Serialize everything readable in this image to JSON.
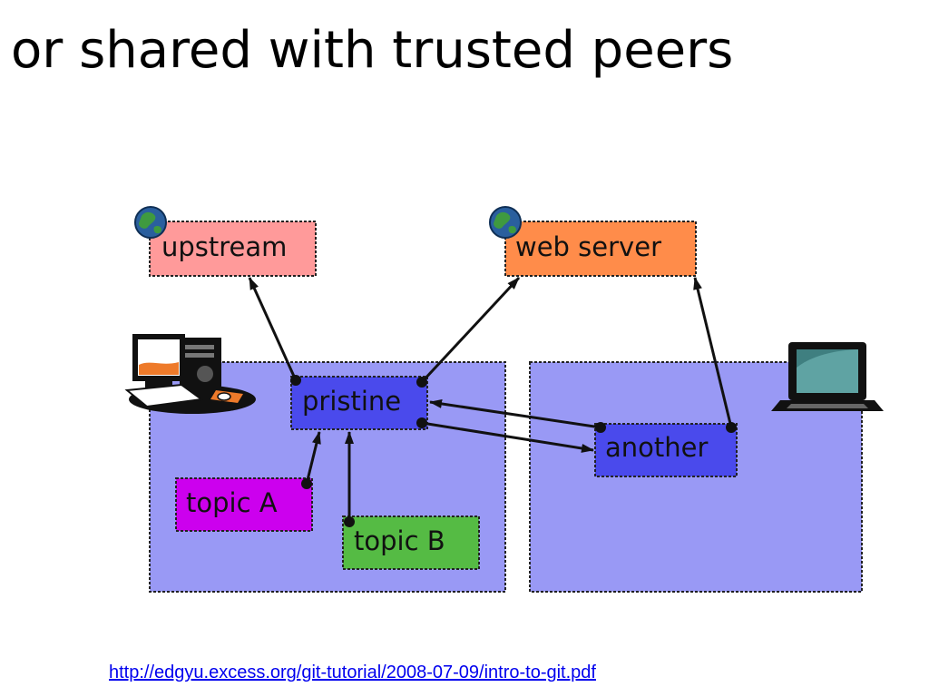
{
  "slide": {
    "title": "or shared with trusted peers",
    "source_link": "http://edgyu.excess.org/git-tutorial/2008-07-09/intro-to-git.pdf"
  },
  "diagram": {
    "nodes": {
      "upstream": "upstream",
      "web_server": "web server",
      "pristine": "pristine",
      "another": "another",
      "topic_a": "topic A",
      "topic_b": "topic B"
    },
    "icons": [
      "globe-icon",
      "desktop-computer-icon",
      "laptop-icon"
    ],
    "colors": {
      "repo_area": "#9999f5",
      "upstream": "#ff9a9a",
      "web_server": "#ff8c4a",
      "branch": "#4a4aec",
      "topic_a": "#cc00ee",
      "topic_b": "#55bb44",
      "link": "#0000ee"
    }
  }
}
